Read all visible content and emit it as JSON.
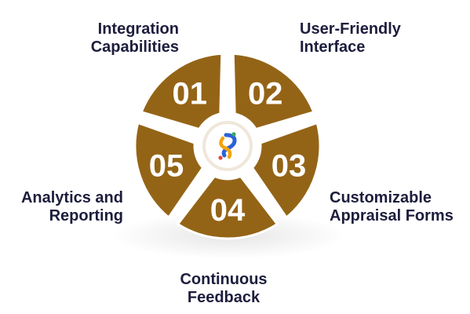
{
  "colors": {
    "petal": "#946416",
    "text": "#1d1d3d",
    "logo_blue": "#2b62d8",
    "logo_orange": "#f2a40f",
    "logo_red": "#e8473c",
    "logo_green": "#3aa85a"
  },
  "logo_icon": "company-logo",
  "segments": [
    {
      "number": "01",
      "label_lines": [
        "Integration",
        "Capabilities"
      ]
    },
    {
      "number": "02",
      "label_lines": [
        "User-Friendly",
        "Interface"
      ]
    },
    {
      "number": "03",
      "label_lines": [
        "Customizable",
        "Appraisal Forms"
      ]
    },
    {
      "number": "04",
      "label_lines": [
        "Continuous",
        "Feedback"
      ]
    },
    {
      "number": "05",
      "label_lines": [
        "Analytics and",
        "Reporting"
      ]
    }
  ]
}
